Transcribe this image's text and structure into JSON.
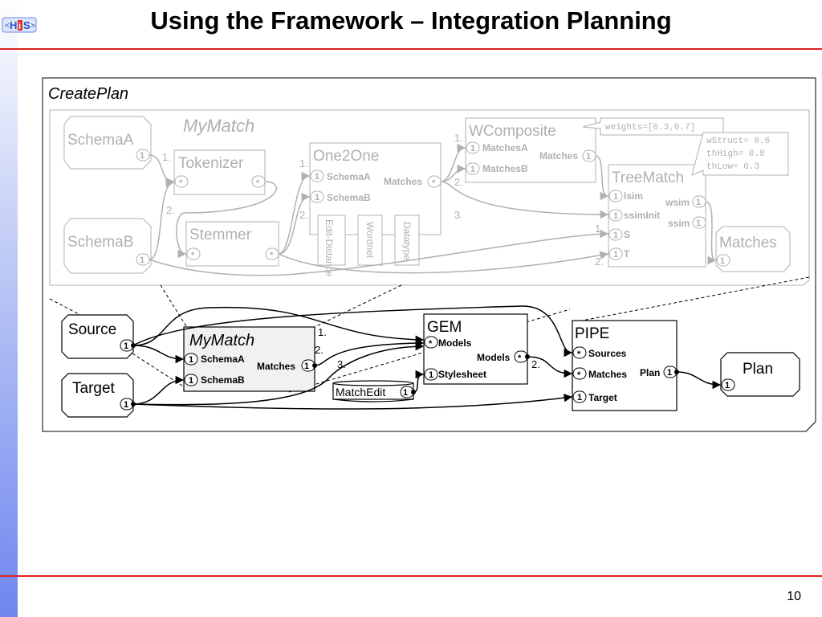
{
  "title": "Using the Framework – Integration Planning",
  "page_number": "10",
  "logo_text": "HIS",
  "createplan_label": "CreatePlan",
  "mymatch_inner": {
    "title": "MyMatch",
    "schema_a": "SchemaA",
    "schema_b": "SchemaB",
    "tokenizer": "Tokenizer",
    "stemmer": "Stemmer",
    "one2one": "One2One",
    "one2one_in_a": "SchemaA",
    "one2one_in_b": "SchemaB",
    "one2one_out": "Matches",
    "sub_edit": "Edit-Distance",
    "sub_wordnet": "Wordnet",
    "sub_datatype": "Datatype",
    "wcomposite": "WComposite",
    "wc_in_a": "MatchesA",
    "wc_in_b": "MatchesB",
    "wc_out": "Matches",
    "weights": "weights=[0.3,0.7]",
    "treematch": "TreeMatch",
    "tm_lsim": "lsim",
    "tm_ssiminit": "ssimInit",
    "tm_s": "S",
    "tm_t": "T",
    "tm_wsim": "wsim",
    "tm_ssim": "ssim",
    "params": [
      "wStruct= 0.6",
      "thHigh=  0.8",
      "thLow=   0.3"
    ],
    "matches_out": "Matches",
    "edge_labels": {
      "tok_1": "1.",
      "tok_2": "2.",
      "one_1": "1.",
      "one_2": "2.",
      "wc_1": "1.",
      "wc_2": "2.",
      "wc_3": "3.",
      "tm_1": "1.",
      "tm_2": "2."
    }
  },
  "outer": {
    "source": "Source",
    "target": "Target",
    "mymatch": "MyMatch",
    "mm_in_a": "SchemaA",
    "mm_in_b": "SchemaB",
    "mm_out": "Matches",
    "gem": "GEM",
    "gem_in_models": "Models",
    "gem_in_stylesheet": "Stylesheet",
    "gem_out": "Models",
    "matchedit": "MatchEdit",
    "pipe": "PIPE",
    "pipe_sources": "Sources",
    "pipe_matches": "Matches",
    "pipe_target": "Target",
    "pipe_out": "Plan",
    "plan": "Plan",
    "edge_labels": {
      "gem_1": "1.",
      "gem_2": "2.",
      "gem_3": "3.",
      "pipe_2": "2."
    }
  },
  "port_marks": {
    "one": "1",
    "many": "*"
  },
  "colors": {
    "accent_red": "#e02020",
    "grey_inner": "#b0b0b0",
    "sidebar_blue": "#6f86ef"
  }
}
